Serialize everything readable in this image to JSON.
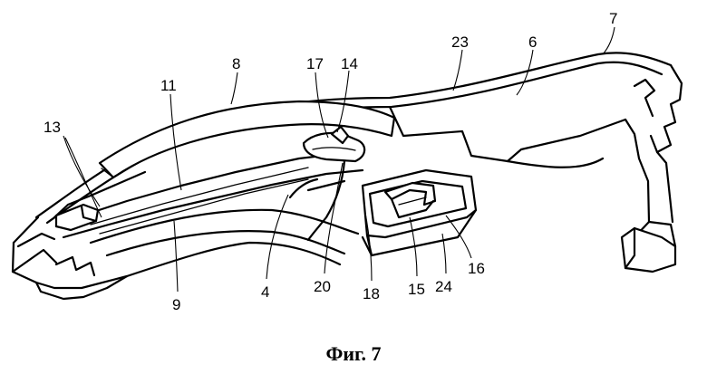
{
  "figure": {
    "caption": "Фиг. 7",
    "labels": [
      {
        "id": "l6",
        "text": "6"
      },
      {
        "id": "l7",
        "text": "7"
      },
      {
        "id": "l8",
        "text": "8"
      },
      {
        "id": "l23",
        "text": "23"
      },
      {
        "id": "l11",
        "text": "11"
      },
      {
        "id": "l17",
        "text": "17"
      },
      {
        "id": "l14",
        "text": "14"
      },
      {
        "id": "l13",
        "text": "13"
      },
      {
        "id": "l9",
        "text": "9"
      },
      {
        "id": "l4",
        "text": "4"
      },
      {
        "id": "l20",
        "text": "20"
      },
      {
        "id": "l18",
        "text": "18"
      },
      {
        "id": "l15",
        "text": "15"
      },
      {
        "id": "l24",
        "text": "24"
      },
      {
        "id": "l16",
        "text": "16"
      }
    ]
  }
}
